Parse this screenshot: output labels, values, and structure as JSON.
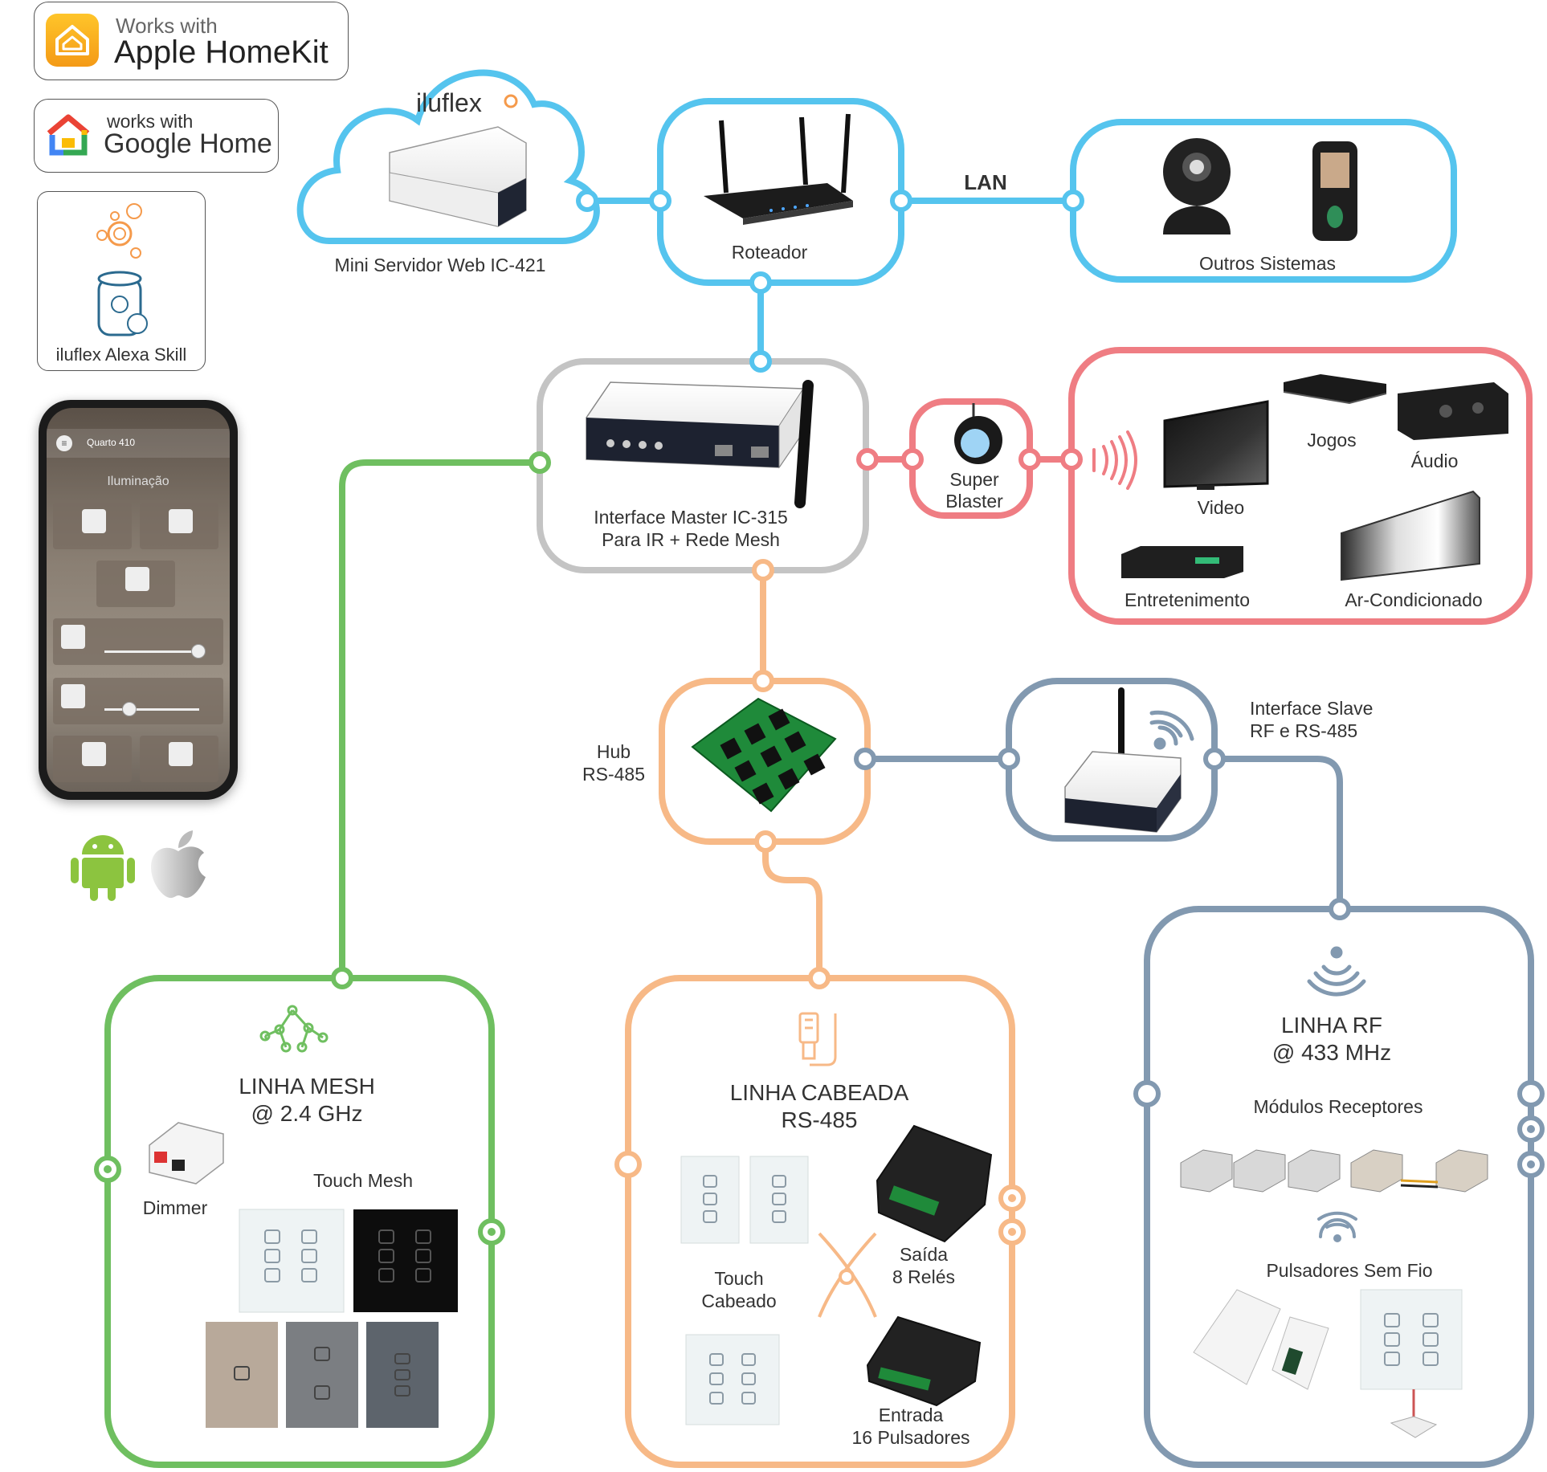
{
  "badges": {
    "homekit": {
      "line1": "Works with",
      "line2": "Apple HomeKit"
    },
    "google": {
      "line1": "works with",
      "line2": "Google Home"
    },
    "alexa": {
      "label": "iluflex Alexa Skill"
    }
  },
  "phone": {
    "room": "Quarto 410",
    "section": "Iluminação"
  },
  "colors": {
    "lan": "#55c4ee",
    "ir": "#ef7d83",
    "master": "#c4c4c4",
    "rs485": "#f7b987",
    "rf": "#8299b0",
    "mesh": "#6fbf60"
  },
  "nodes": {
    "cloud": {
      "brand": "iluflex",
      "label": "Mini Servidor Web IC-421"
    },
    "router": {
      "label": "Roteador"
    },
    "lan": {
      "label": "LAN"
    },
    "others": {
      "label": "Outros Sistemas"
    },
    "master": {
      "line1": "Interface Master IC-315",
      "line2": "Para IR + Rede Mesh"
    },
    "blaster": {
      "line1": "Super",
      "line2": "Blaster"
    },
    "ir_targets": {
      "video": "Video",
      "jogos": "Jogos",
      "audio": "Áudio",
      "entretenimento": "Entretenimento",
      "ar": "Ar-Condicionado"
    },
    "hub": {
      "line1": "Hub",
      "line2": "RS-485"
    },
    "slave": {
      "line1": "Interface Slave",
      "line2": "RF e RS-485"
    }
  },
  "lines": {
    "mesh": {
      "title1": "LINHA MESH",
      "title2": "@ 2.4 GHz",
      "dimmer": "Dimmer",
      "touch": "Touch Mesh"
    },
    "cabeada": {
      "title1": "LINHA CABEADA",
      "title2": "RS-485",
      "touch1": "Touch",
      "touch2": "Cabeado",
      "saida1": "Saída",
      "saida2": "8 Relés",
      "entrada1": "Entrada",
      "entrada2": "16 Pulsadores"
    },
    "rf": {
      "title1": "LINHA RF",
      "title2": "@ 433 MHz",
      "modulos": "Módulos Receptores",
      "pulsadores": "Pulsadores Sem Fio"
    }
  }
}
